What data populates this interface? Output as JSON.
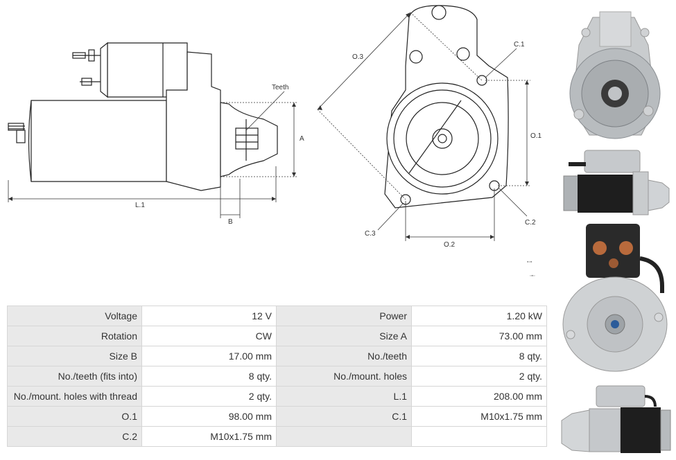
{
  "diagram": {
    "teeth_label": "Teeth",
    "dim_A": "A",
    "dim_B": "B",
    "dim_L1": "L.1",
    "dim_O3": "O.3",
    "dim_O1": "O.1",
    "dim_O2": "O.2",
    "dim_C1": "C.1",
    "dim_C2": "C.2",
    "dim_C3": "C.3"
  },
  "specs": {
    "rows": [
      {
        "l1": "Voltage",
        "v1": "12 V",
        "l2": "Power",
        "v2": "1.20 kW"
      },
      {
        "l1": "Rotation",
        "v1": "CW",
        "l2": "Size A",
        "v2": "73.00 mm"
      },
      {
        "l1": "Size B",
        "v1": "17.00 mm",
        "l2": "No./teeth",
        "v2": "8 qty."
      },
      {
        "l1": "No./teeth (fits into)",
        "v1": "8 qty.",
        "l2": "No./mount. holes",
        "v2": "2 qty."
      },
      {
        "l1": "No./mount. holes with thread",
        "v1": "2 qty.",
        "l2": "L.1",
        "v2": "208.00 mm"
      },
      {
        "l1": "O.1",
        "v1": "98.00 mm",
        "l2": "C.1",
        "v2": "M10x1.75 mm"
      },
      {
        "l1": "C.2",
        "v1": "M10x1.75 mm",
        "l2": "",
        "v2": ""
      }
    ]
  },
  "photos": [
    {
      "name": "front-end-view"
    },
    {
      "name": "side-view"
    },
    {
      "name": "rear-end-view"
    },
    {
      "name": "three-quarter-view"
    }
  ]
}
